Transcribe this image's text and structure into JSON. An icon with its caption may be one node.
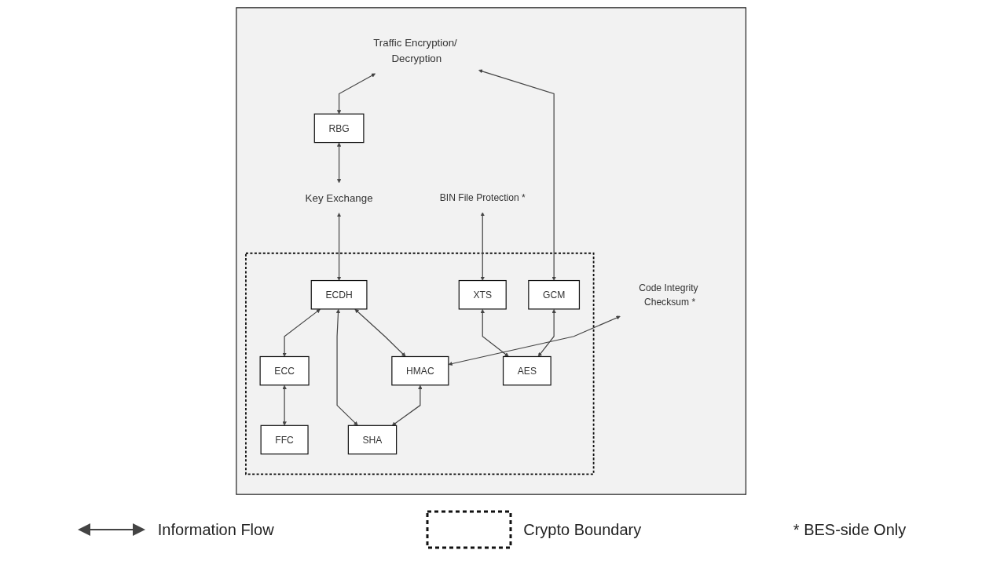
{
  "diagram": {
    "nodes": [
      {
        "text": [],
        "shape": "box"
      },
      {
        "text": [
          "BIN File Protection *"
        ],
        "in": 0
      },
      {
        "text": [
          "Traffic Encryption/ Decryption"
        ],
        "in": 0
      },
      {
        "text": [
          "RBG"
        ],
        "in": 0
      },
      {
        "text": [
          "Key Exchange"
        ],
        "in": 0
      },
      {
        "text": [
          "Code Integrity Checksum *"
        ],
        "in": 0
      },
      {
        "text": [],
        "shape": "box",
        "in": 0
      },
      {
        "text": [
          "XTS"
        ],
        "in": 6
      },
      {
        "text": [
          "GCM"
        ],
        "in": 6
      },
      {
        "text": [
          "ECDH"
        ],
        "in": 6
      },
      {
        "text": [
          "ECC"
        ],
        "in": 6
      },
      {
        "text": [
          "HMAC"
        ],
        "in": 6
      },
      {
        "text": [
          "AES"
        ],
        "in": 6
      },
      {
        "text": [
          "FFC"
        ],
        "in": 6
      },
      {
        "text": [
          "SHA"
        ],
        "in": 6
      }
    ],
    "edges": [
      {
        "from": 2,
        "to": 3,
        "arrow": "both"
      },
      {
        "from": 3,
        "to": 4,
        "arrow": "both"
      },
      {
        "from": 1,
        "to": 7,
        "arrow": "both"
      },
      {
        "from": 2,
        "to": 8,
        "arrow": "both"
      },
      {
        "from": 4,
        "to": 9,
        "arrow": "both"
      },
      {
        "from": 5,
        "to": 11,
        "arrow": "both"
      },
      {
        "from": 7,
        "to": 12,
        "arrow": "both"
      },
      {
        "from": 8,
        "to": 12,
        "arrow": "both"
      },
      {
        "from": 9,
        "to": 10,
        "arrow": "both"
      },
      {
        "from": 9,
        "to": 14,
        "arrow": "both"
      },
      {
        "from": 9,
        "to": 11,
        "arrow": "both"
      },
      {
        "from": 10,
        "to": 13,
        "arrow": "both"
      },
      {
        "from": 11,
        "to": 14,
        "arrow": "both"
      }
    ],
    "labels": [
      "* BES-side Only"
    ],
    "legend": [
      {
        "text": "Information Flow"
      },
      {
        "text": "Crypto Boundary"
      }
    ]
  }
}
